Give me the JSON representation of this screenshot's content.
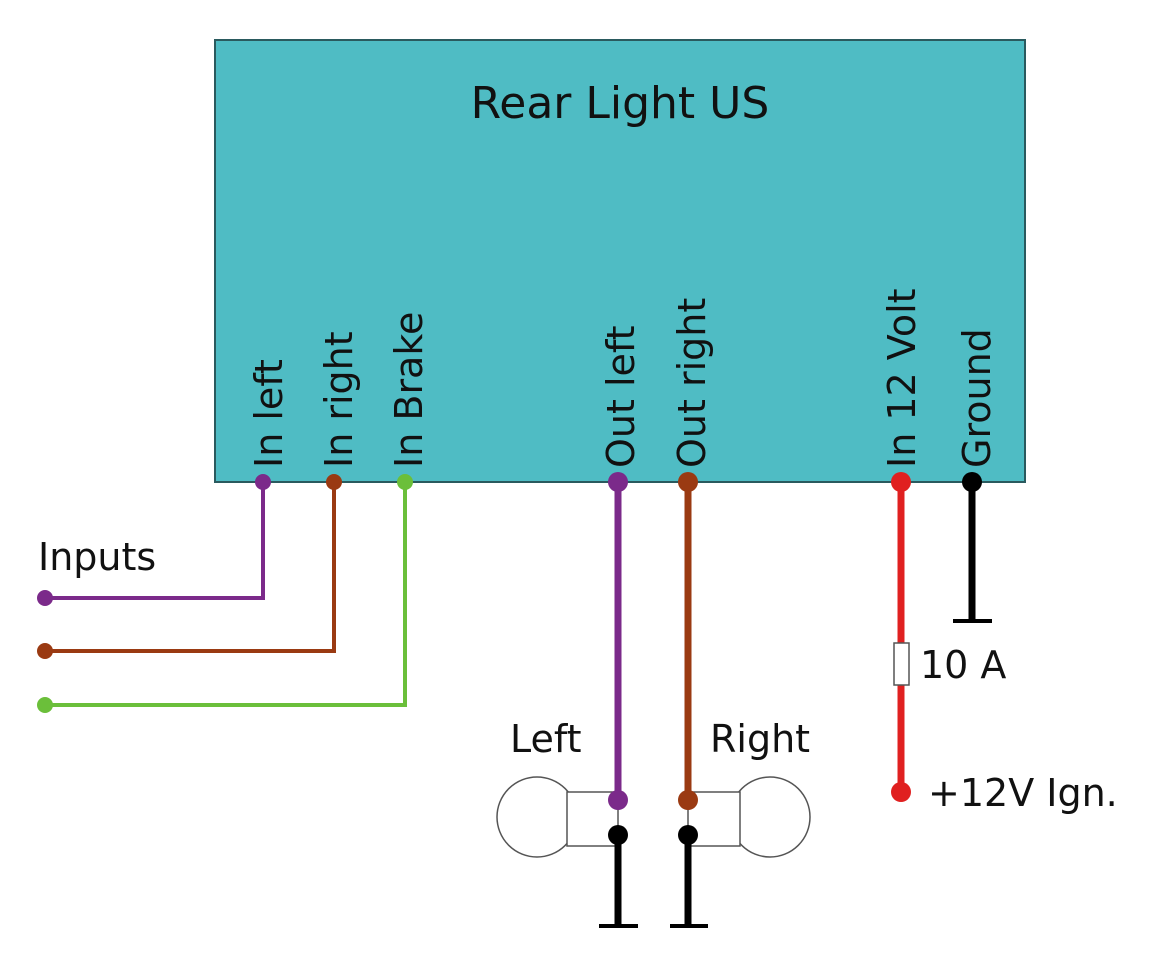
{
  "title": "Rear Light US",
  "colors": {
    "box_fill": "#4fbcc4",
    "box_stroke": "#2a5a5e",
    "purple": "#7b2a8a",
    "brown": "#9a3a12",
    "green": "#6bbf3a",
    "red": "#e02020",
    "black": "#000000"
  },
  "pins": [
    {
      "label": "In left",
      "color": "purple"
    },
    {
      "label": "In right",
      "color": "brown"
    },
    {
      "label": "In Brake",
      "color": "green"
    },
    {
      "label": "Out left",
      "color": "purple"
    },
    {
      "label": "Out right",
      "color": "brown"
    },
    {
      "label": "In 12 Volt",
      "color": "red"
    },
    {
      "label": "Ground",
      "color": "black"
    }
  ],
  "inputs_label": "Inputs",
  "lamps": {
    "left_label": "Left",
    "right_label": "Right"
  },
  "fuse_label": "10 A",
  "supply_label": "+12V Ign."
}
